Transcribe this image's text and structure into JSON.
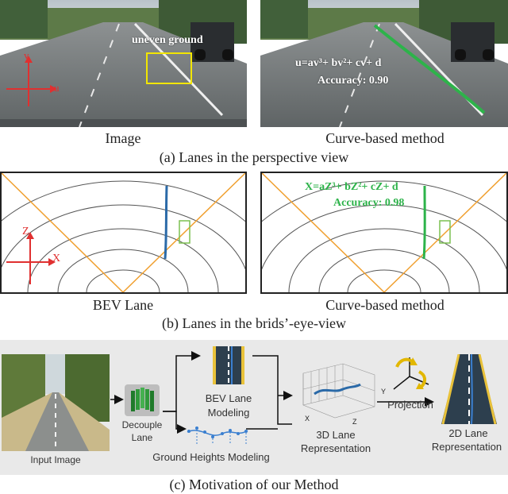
{
  "panel_a": {
    "left_caption": "Image",
    "right_caption": "Curve-based method",
    "subcaption": "(a) Lanes in the perspective view",
    "annotation_uneven": "uneven ground",
    "axis_v": "v",
    "axis_u": "u",
    "equation": "u=av³+ bv²+ cv+ d",
    "accuracy": "Accuracy: 0.90"
  },
  "panel_b": {
    "left_caption": "BEV Lane",
    "right_caption": "Curve-based method",
    "subcaption": "(b) Lanes in the brids’-eye-view",
    "axis_z": "Z",
    "axis_x": "X",
    "equation": "X=aZ³+ bZ²+ cZ+ d",
    "accuracy": "Accuracy: 0.98"
  },
  "panel_c": {
    "input_image": "Input Image",
    "decouple_line1": "Decouple",
    "decouple_line2": "Lane",
    "bev_line1": "BEV Lane",
    "bev_line2": "Modeling",
    "ground_heights": "Ground Heights Modeling",
    "rep3d_line1": "3D Lane",
    "rep3d_line2": "Representation",
    "projection": "Projection",
    "rep2d_line1": "2D Lane",
    "rep2d_line2": "Representation",
    "axis_y": "Y",
    "axis_x": "X",
    "axis_z": "Z",
    "subcaption": "(c) Motivation of our Method"
  },
  "colors": {
    "lane_green": "#2db34a",
    "lane_blue": "#2b6aa8",
    "orange_line": "#f0a030",
    "red_axes": "#e03030",
    "yellow_box": "#f2e600"
  }
}
